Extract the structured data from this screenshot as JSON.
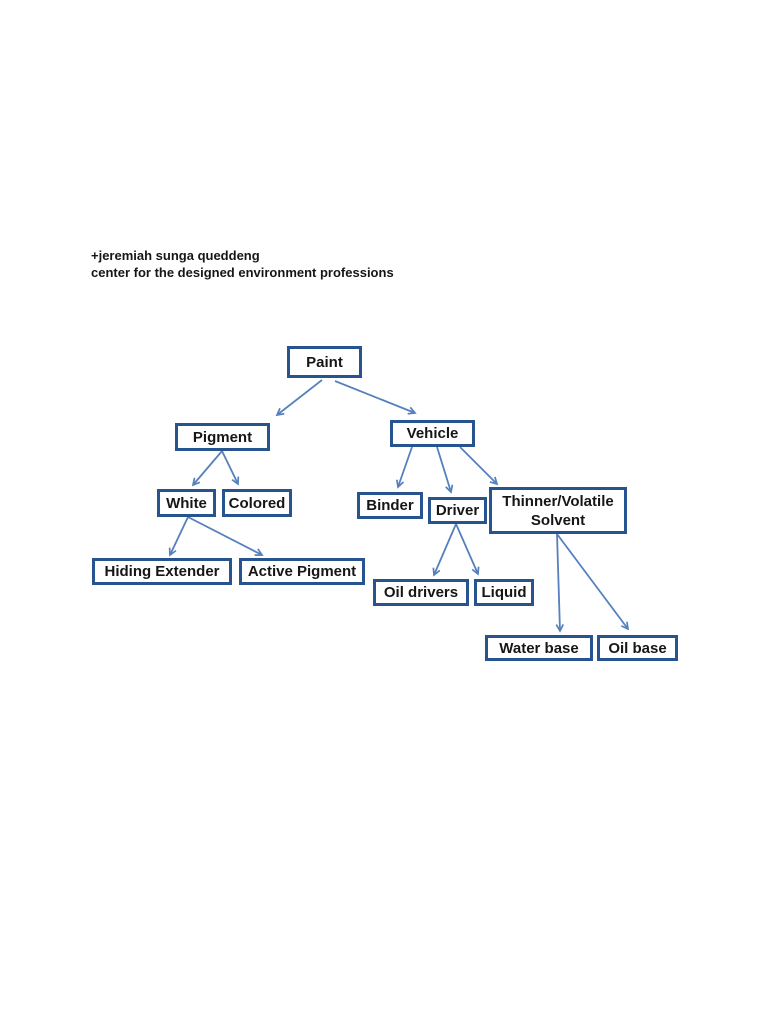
{
  "page": {
    "background": "#ffffff"
  },
  "header": {
    "line1": "+jeremiah sunga queddeng",
    "line2": "center for the designed environment professions"
  },
  "diagram": {
    "type": "tree",
    "colors": {
      "box_border": "#27548E",
      "arrow": "#5580BD",
      "text": "#161616"
    },
    "nodes": {
      "paint": {
        "label": "Paint"
      },
      "pigment": {
        "label": "Pigment"
      },
      "vehicle": {
        "label": "Vehicle"
      },
      "white": {
        "label": "White"
      },
      "colored": {
        "label": "Colored"
      },
      "hiding_extender": {
        "label": "Hiding Extender"
      },
      "active_pigment": {
        "label": "Active Pigment"
      },
      "binder": {
        "label": "Binder"
      },
      "driver": {
        "label": "Driver"
      },
      "thinner": {
        "label": "Thinner/Volatile Solvent"
      },
      "oil_drivers": {
        "label": "Oil drivers"
      },
      "liquid": {
        "label": "Liquid"
      },
      "water_base": {
        "label": "Water base"
      },
      "oil_base": {
        "label": "Oil base"
      }
    },
    "edges": [
      {
        "from": "paint",
        "to": "pigment"
      },
      {
        "from": "paint",
        "to": "vehicle"
      },
      {
        "from": "pigment",
        "to": "white"
      },
      {
        "from": "pigment",
        "to": "colored"
      },
      {
        "from": "white",
        "to": "hiding_extender"
      },
      {
        "from": "white",
        "to": "active_pigment"
      },
      {
        "from": "vehicle",
        "to": "binder"
      },
      {
        "from": "vehicle",
        "to": "driver"
      },
      {
        "from": "vehicle",
        "to": "thinner"
      },
      {
        "from": "driver",
        "to": "oil_drivers"
      },
      {
        "from": "driver",
        "to": "liquid"
      },
      {
        "from": "thinner",
        "to": "water_base"
      },
      {
        "from": "thinner",
        "to": "oil_base"
      }
    ]
  }
}
